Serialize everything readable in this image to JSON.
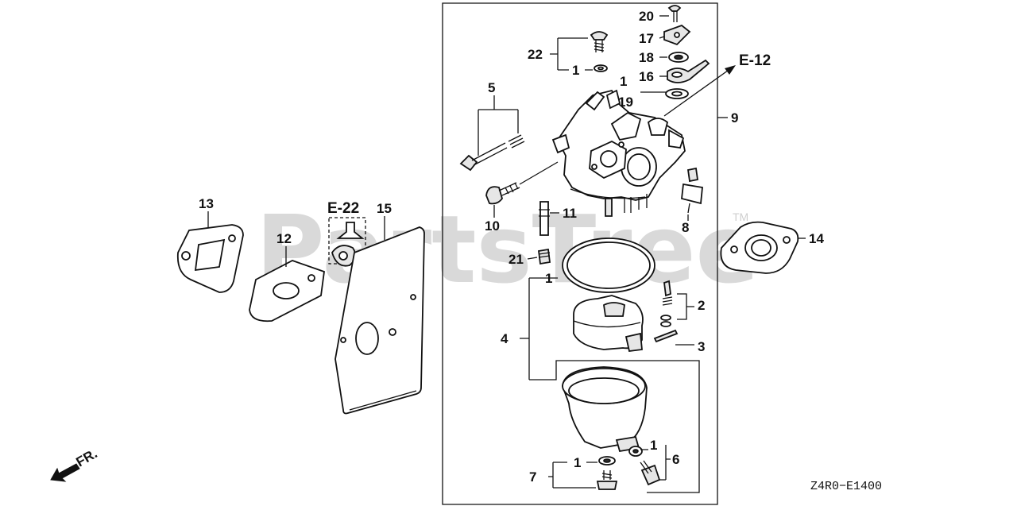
{
  "watermark": {
    "text": "PartsTree",
    "trademark": "TM"
  },
  "diagram_code": "Z4R0−E1400",
  "front_indicator": "FR.",
  "references": {
    "e12": "E-12",
    "e22": "E-22"
  },
  "callouts": {
    "c1": "1",
    "c2": "2",
    "c3": "3",
    "c4": "4",
    "c5": "5",
    "c6": "6",
    "c7": "7",
    "c8": "8",
    "c9": "9",
    "c10": "10",
    "c11": "11",
    "c12": "12",
    "c13": "13",
    "c14": "14",
    "c15": "15",
    "c16": "16",
    "c17": "17",
    "c18": "18",
    "c19": "19",
    "c20": "20",
    "c21": "21",
    "c22": "22"
  }
}
